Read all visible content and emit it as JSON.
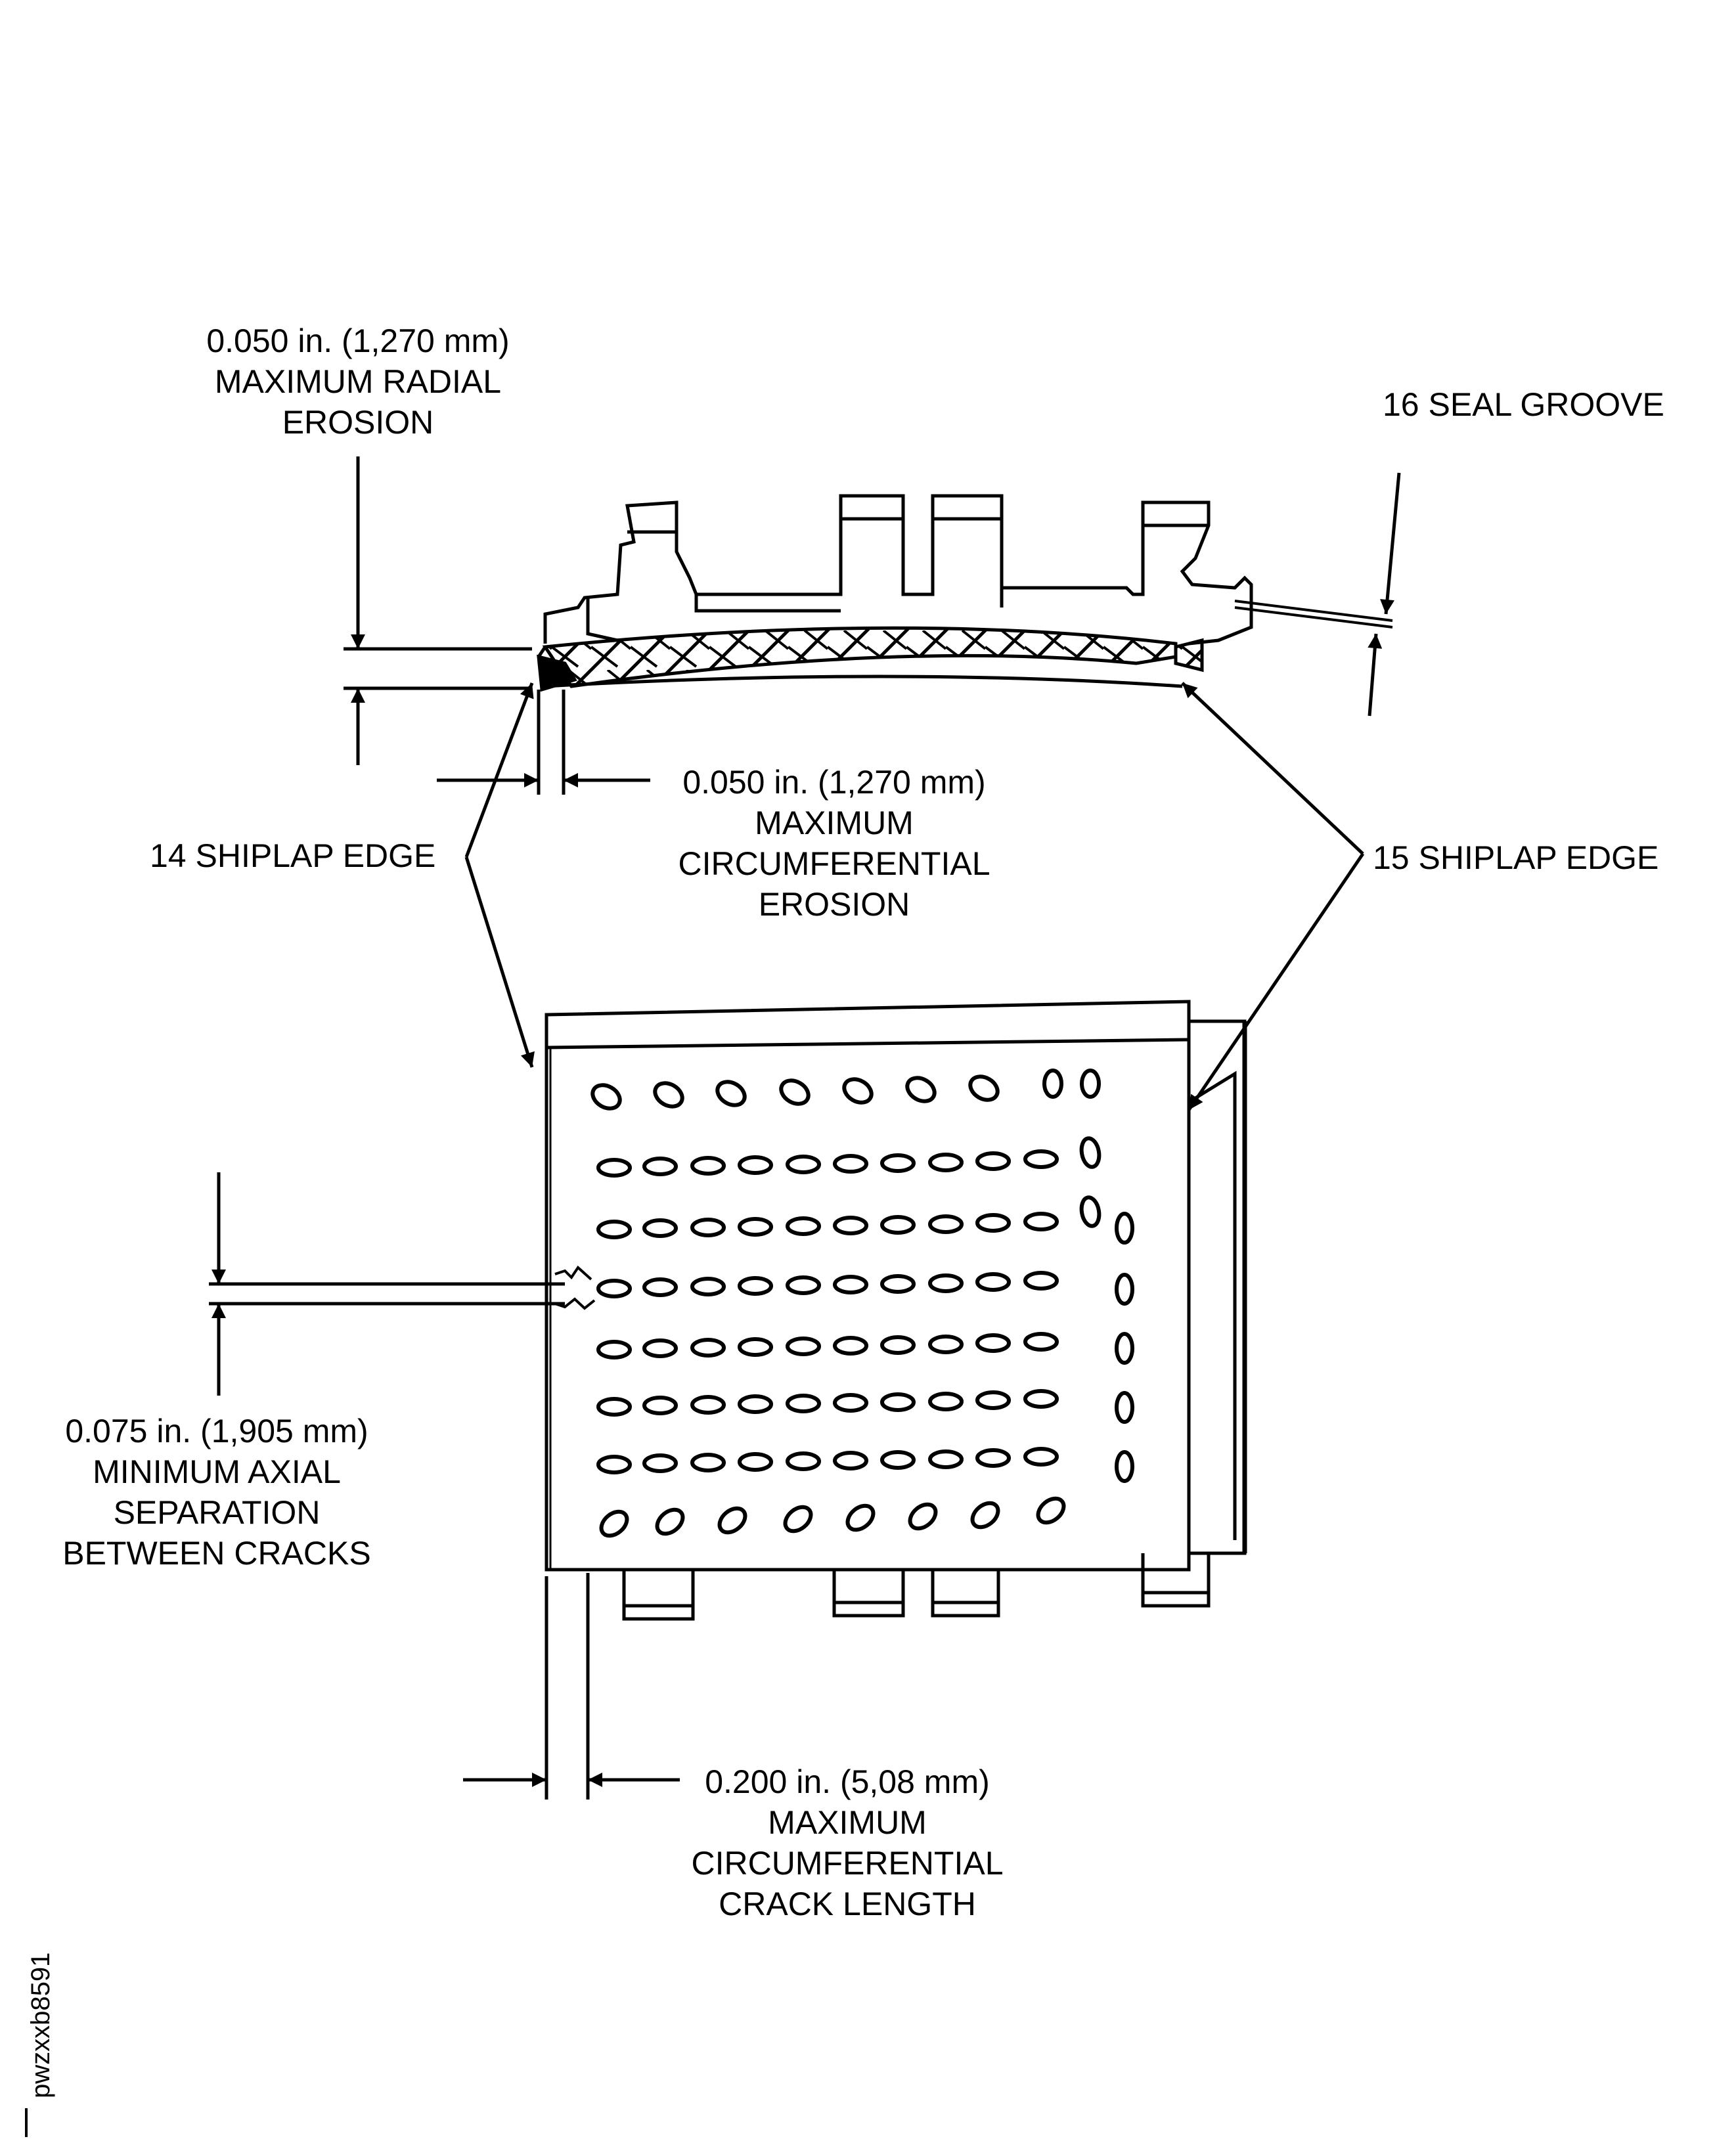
{
  "callouts": {
    "radial_erosion": [
      "0.050 in. (1,270 mm)",
      "MAXIMUM RADIAL",
      "EROSION"
    ],
    "seal_groove": "16 SEAL GROOVE",
    "circ_erosion": [
      "0.050 in. (1,270 mm)",
      "MAXIMUM",
      "CIRCUMFERENTIAL",
      "EROSION"
    ],
    "shiplap_14": "14 SHIPLAP EDGE",
    "shiplap_15": "15 SHIPLAP EDGE",
    "axial_separation": [
      "0.075 in. (1,905 mm)",
      "MINIMUM AXIAL",
      "SEPARATION",
      "BETWEEN CRACKS"
    ],
    "crack_length": [
      "0.200 in. (5,08 mm)",
      "MAXIMUM",
      "CIRCUMFERENTIAL",
      "CRACK LENGTH"
    ]
  },
  "figure_id": "pwzxxb8591"
}
